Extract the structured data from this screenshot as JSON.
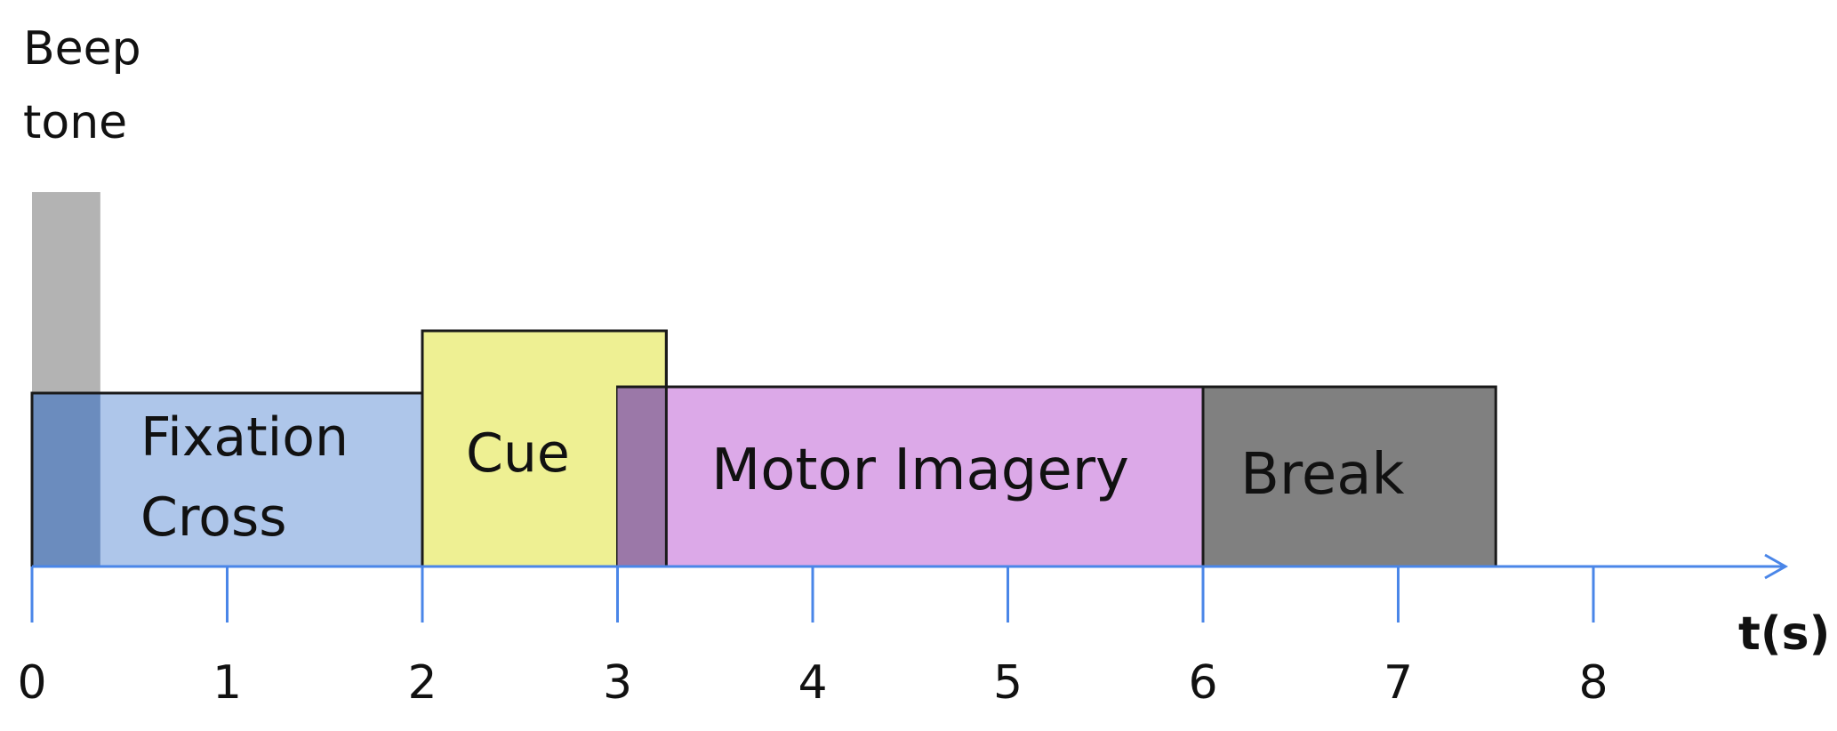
{
  "beep": {
    "line1": "Beep",
    "line2": "tone",
    "start": 0,
    "end": 0.35,
    "color": "#b3b3b3",
    "overlap_color": "#6b8cbe"
  },
  "phases": [
    {
      "id": "fixation",
      "line1": "Fixation",
      "line2": "Cross",
      "start": 0,
      "end": 2,
      "color": "#aec6ea"
    },
    {
      "id": "cue",
      "line1": "Cue",
      "line2": "",
      "start": 2,
      "end": 3.25,
      "color": "#eef093"
    },
    {
      "id": "motor",
      "line1": "Motor Imagery",
      "line2": "",
      "start": 3,
      "end": 6,
      "color": "#dca9e8"
    },
    {
      "id": "break",
      "line1": "Break",
      "line2": "",
      "start": 6,
      "end": 7.5,
      "color": "#808080"
    }
  ],
  "overlap": {
    "start": 3,
    "end": 3.25,
    "color": "#9b78a8"
  },
  "axis": {
    "ticks": [
      "0",
      "1",
      "2",
      "3",
      "4",
      "5",
      "6",
      "7",
      "8"
    ],
    "unit": "t(s)",
    "color": "#4a86e8"
  }
}
